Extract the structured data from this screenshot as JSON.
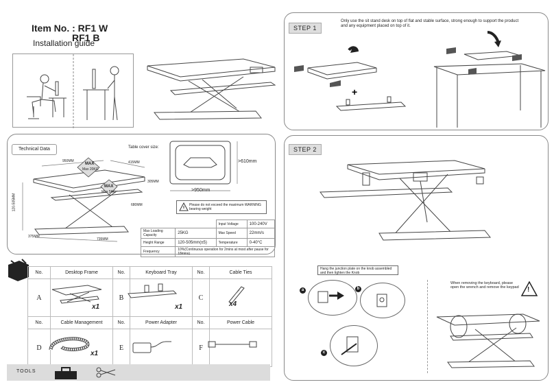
{
  "header": {
    "item_label": "Item No. : RF1 W",
    "item_label2": "RF1 B",
    "subtitle": "Installation guide"
  },
  "tech": {
    "tag": "Technical Data",
    "table_cover_label": "Table cover size:",
    "cover_height": ">610mm",
    "cover_width": ">950mm",
    "warning": "Please do not exceed the maximum WARNING bearing weight",
    "max_top_title": "MAX",
    "max_top_sub": "Max 20KG",
    "max_low_title": "MAX",
    "max_low_sub": "Max 5KG",
    "dims": {
      "d1": "950MM",
      "d2": "415MM",
      "d3": "305MM",
      "d4": "680MM",
      "d5": "120-505MM",
      "d6": "375MM",
      "d7": "735MM"
    },
    "specs": {
      "max_loading_label": "Max Loading Capacity",
      "max_loading_value": "25KG",
      "height_range_label": "Height Range",
      "height_range_value": "120-505mm(±5)",
      "frequency_label": "Frequency",
      "frequency_value": "10%(Continuous operation for 2mins at most after pause for 18mins)",
      "input_voltage_label": "Input Voltage",
      "input_voltage_value": "100-240V",
      "max_speed_label": "Max Speed",
      "max_speed_value": "22mm/s",
      "temperature_label": "Temperature",
      "temperature_value": "0-40°C"
    }
  },
  "parts": {
    "no_label": "No.",
    "row1": [
      {
        "letter": "A",
        "name": "Desktop Frame",
        "qty": "x1"
      },
      {
        "letter": "B",
        "name": "Keyboard Tray",
        "qty": "x1"
      },
      {
        "letter": "C",
        "name": "Cable Ties",
        "qty": "x4"
      }
    ],
    "row2": [
      {
        "letter": "D",
        "name": "Cable Management",
        "qty": "x1"
      },
      {
        "letter": "E",
        "name": "Power Adapter",
        "qty": ""
      },
      {
        "letter": "F",
        "name": "Power Cable",
        "qty": ""
      }
    ],
    "tools_label": "TOOLS"
  },
  "step1": {
    "tag": "STEP 1",
    "note": "Only use the sit stand desk on top of flat and stable surface, strong enough to support the product and any equipment placed on top of it."
  },
  "step2": {
    "tag": "STEP 2",
    "hang_note": "Hang the junction plate on the knob assembled and then tighten the Knob",
    "keyboard_note": "When removing the keyboard, please open the wrench and remove the keypad",
    "callouts": [
      "a",
      "b",
      "c"
    ],
    "warning_glyph": "!"
  }
}
